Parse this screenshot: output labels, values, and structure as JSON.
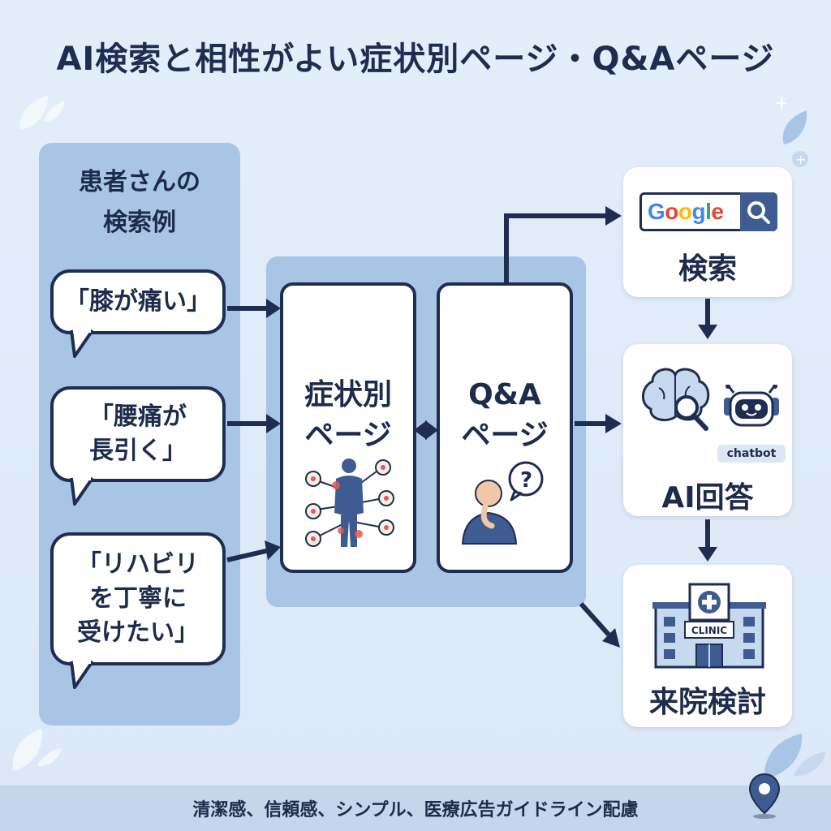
{
  "title": "AI検索と相性がよい症状別ページ・Q&Aページ",
  "patient_panel": {
    "heading": [
      "患者さんの",
      "検索例"
    ],
    "queries": [
      {
        "lines": [
          "「膝が痛い」"
        ]
      },
      {
        "lines": [
          "「腰痛が",
          "長引く」"
        ]
      },
      {
        "lines": [
          "「リハビリ",
          "を丁寧に",
          "受けたい」"
        ]
      }
    ]
  },
  "pages": {
    "symptom": [
      "症状別",
      "ページ"
    ],
    "qa": [
      "Q&A",
      "ページ"
    ]
  },
  "flow": {
    "search_label": "検索",
    "search_brand": "Google",
    "ai_label": "AI回答",
    "chatbot_label": "chatbot",
    "visit_label": "来院検討",
    "clinic_label": "CLINIC"
  },
  "footer": "清潔感、信頼感、シンプル、医療広告ガイドライン配慮",
  "colors": {
    "navy": "#1e2d50",
    "panel_blue": "#a9c5e6",
    "background": "#dde9f7",
    "accent_red": "#e8594a",
    "google_blue": "#4285F4",
    "google_red": "#EA4335",
    "google_yellow": "#FBBC05",
    "google_green": "#34A853"
  },
  "icons": [
    "search-icon",
    "brain-icon",
    "robot-icon",
    "clinic-building-icon",
    "person-body-icon",
    "thinking-person-icon",
    "question-bubble-icon",
    "map-pin-icon",
    "leaf-icon"
  ]
}
